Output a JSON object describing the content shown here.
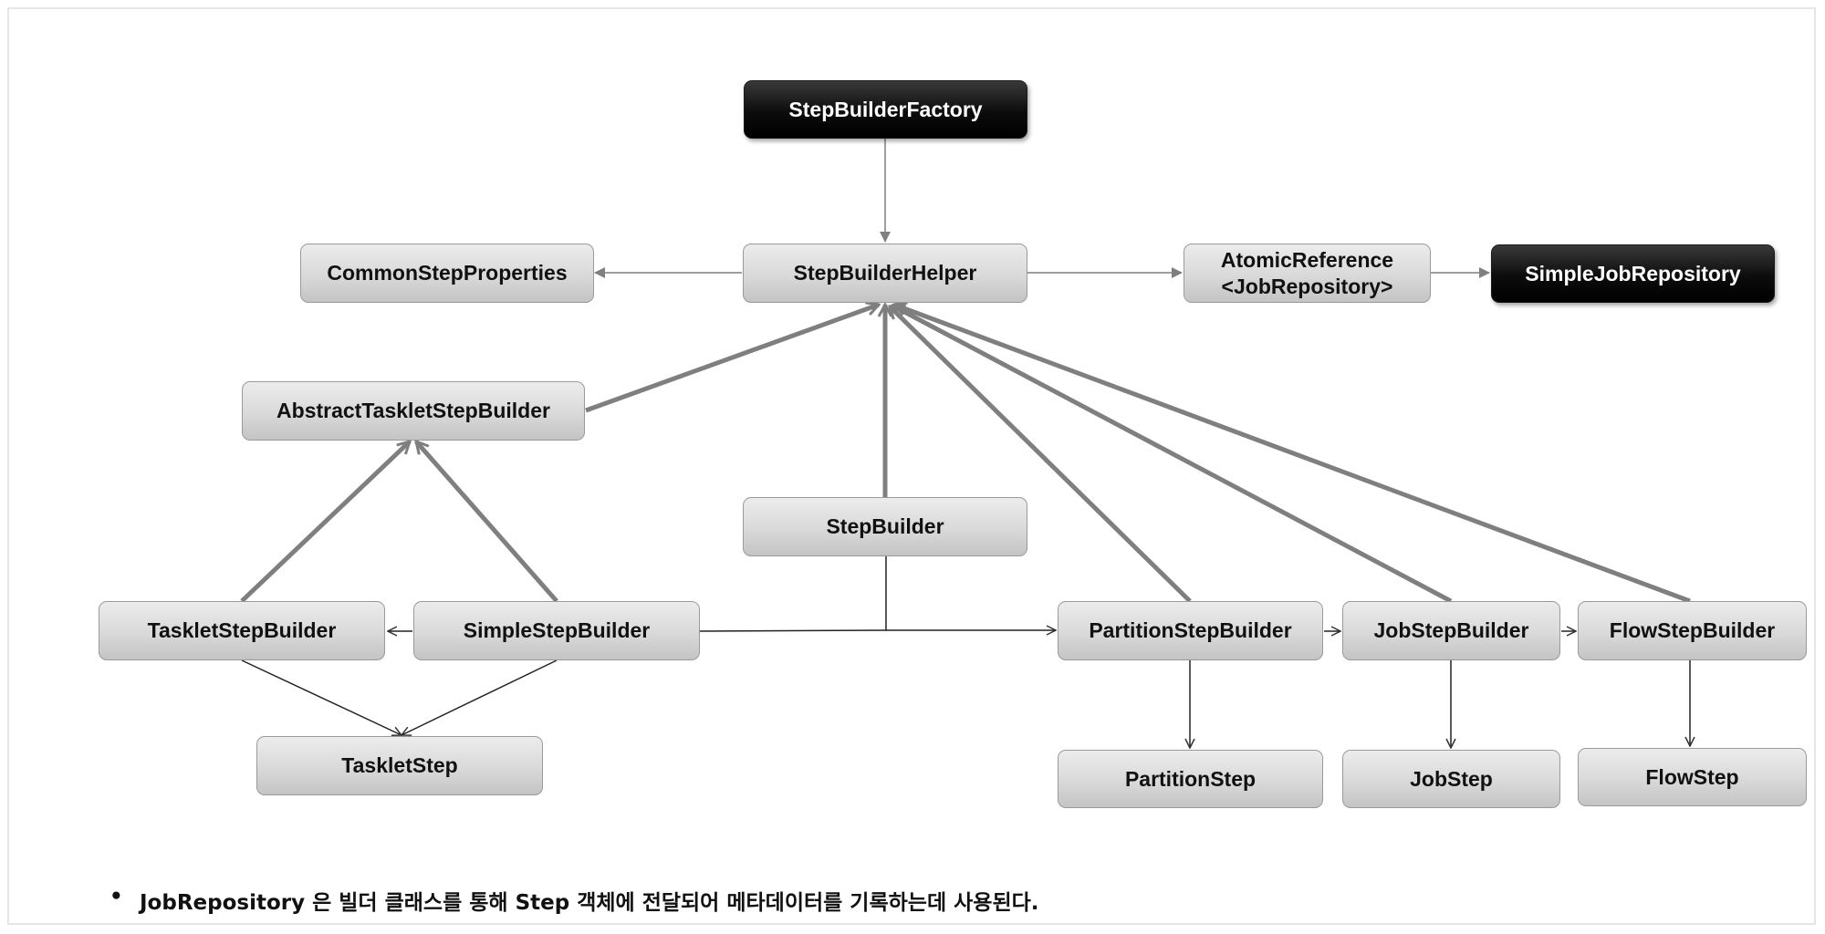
{
  "nodes": {
    "step_builder_factory": "StepBuilderFactory",
    "common_step_properties": "CommonStepProperties",
    "step_builder_helper": "StepBuilderHelper",
    "atomic_reference": "AtomicReference\n<JobRepository>",
    "simple_job_repository": "SimpleJobRepository",
    "abstract_tasklet_step_builder": "AbstractTaskletStepBuilder",
    "step_builder": "StepBuilder",
    "tasklet_step_builder": "TaskletStepBuilder",
    "simple_step_builder": "SimpleStepBuilder",
    "partition_step_builder": "PartitionStepBuilder",
    "job_step_builder": "JobStepBuilder",
    "flow_step_builder": "FlowStepBuilder",
    "tasklet_step": "TaskletStep",
    "partition_step": "PartitionStep",
    "job_step": "JobStep",
    "flow_step": "FlowStep"
  },
  "note": {
    "bullet": "•",
    "text": "JobRepository 은 빌더 클래스를 통해 Step 객체에 전달되어 메타데이터를 기록하는데 사용된다."
  },
  "colors": {
    "dark_node": "#000000",
    "light_node": "#d9d9d9",
    "thick_arrow": "#7f7f7f",
    "thin_arrow": "#555555"
  }
}
